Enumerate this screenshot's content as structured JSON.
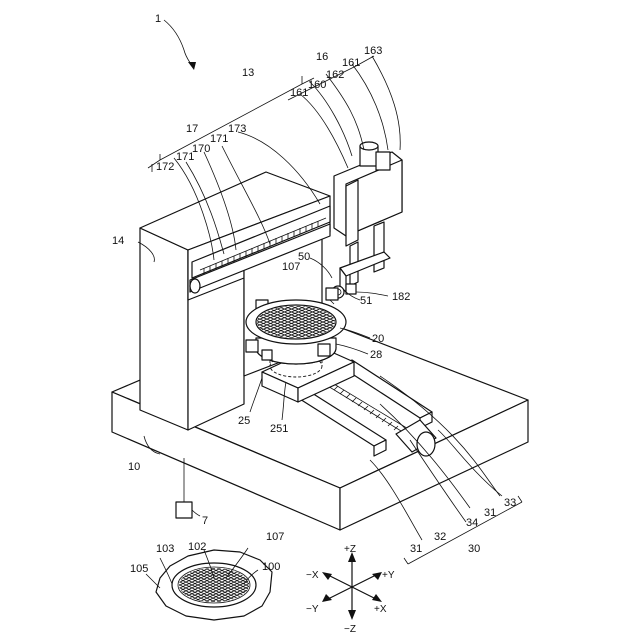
{
  "labels": {
    "apparatus": "1",
    "base": "10",
    "column": "14",
    "first_move_unit": "13",
    "second_move_unit": "16",
    "third_move_unit": "17",
    "z_unit_161a": "161",
    "z_unit_161b": "161",
    "z_unit_160": "160",
    "z_unit_162": "162",
    "z_unit_163": "163",
    "y_unit_171a": "171",
    "y_unit_171b": "171",
    "y_unit_170": "170",
    "y_unit_172": "172",
    "y_unit_173": "173",
    "wafer_unit_main": "107",
    "wafer_unit_detail": "107",
    "head": "50",
    "head_51": "51",
    "sensor_182": "182",
    "table": "20",
    "table_28": "28",
    "table_25": "25",
    "table_251": "251",
    "x_move": "30",
    "rail_31a": "31",
    "rail_31b": "31",
    "rail_32": "32",
    "rail_33": "33",
    "rail_34": "34",
    "controller": "7",
    "wafer_102": "102",
    "wafer_103": "103",
    "wafer_105": "105",
    "wafer_100": "100"
  },
  "axes": {
    "pz": "+Z",
    "nz": "−Z",
    "px": "+X",
    "nx": "−X",
    "py": "+Y",
    "ny": "−Y"
  }
}
